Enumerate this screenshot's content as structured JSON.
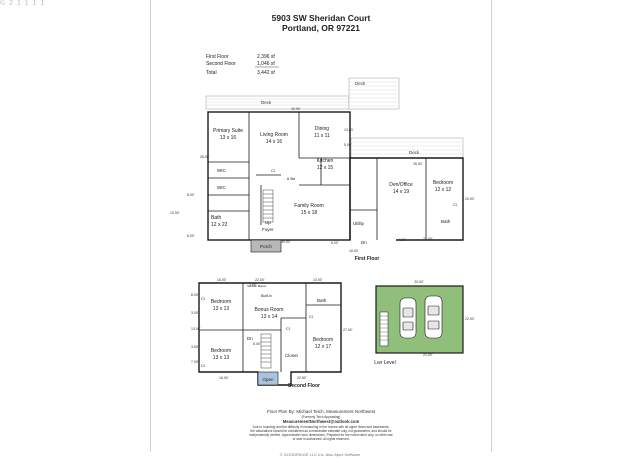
{
  "watermark": "© 2 1 1 1 1",
  "header": {
    "address_line1": "5903 SW Sheridan Court",
    "address_line2": "Portland, OR 97221"
  },
  "area_table": {
    "rows": [
      {
        "label": "First Floor",
        "value": "2,396 sf"
      },
      {
        "label": "Second Floor",
        "value": "1,046 sf"
      },
      {
        "label": "Total",
        "value": "3,442 sf"
      }
    ]
  },
  "first_floor": {
    "title": "First Floor",
    "rooms": [
      {
        "name": "Primary Suite",
        "dims": "13 x 16"
      },
      {
        "name": "Living Room",
        "dims": "14 x 16"
      },
      {
        "name": "Dining",
        "dims": "11 x 11"
      },
      {
        "name": "Kitchen",
        "dims": "12 x 15"
      },
      {
        "name": "Family Room",
        "dims": "15 x 18"
      },
      {
        "name": "Den/Office",
        "dims": "14 x 19"
      },
      {
        "name": "Bedroom",
        "dims": "12 x 12"
      },
      {
        "name": "Bath",
        "dims": "12 x 22"
      }
    ],
    "labels": {
      "deck_top": "Deck",
      "deck_mid": "Deck",
      "deck_right": "Deck",
      "wic1": "WIC",
      "wic2": "WIC",
      "utility": "Utility",
      "foyer": "Foyer",
      "porch": "Porch",
      "bath_small": "Bath",
      "up": "Up",
      "dn": "Dn",
      "cl1": "Cl",
      "cl2": "Cl",
      "nook": "6 Be"
    },
    "dimensions": {
      "deck_width": "40.00'",
      "right_top": "26.00'",
      "left_a": "26.00'",
      "left_b": "8.00'",
      "left_c": "10.00'",
      "left_d": "6.00'",
      "bottom_a": "40.00'",
      "bottom_b": "16.00'",
      "bottom_c": "21.00'",
      "right_side": "20.00'",
      "dining_side": "13.00'",
      "small_a": "5.00'",
      "small_b": "6.00'",
      "small_c": "4.00'"
    }
  },
  "second_floor": {
    "title": "Second Floor",
    "rooms": [
      {
        "name": "Bedroom",
        "dims": "13 x 13"
      },
      {
        "name": "Bonus Room",
        "dims": "13 x 14"
      },
      {
        "name": "Bedroom",
        "dims": "13 x 13"
      },
      {
        "name": "Bedroom",
        "dims": "12 x 17"
      }
    ],
    "labels": {
      "bath": "Bath",
      "closet": "Closet",
      "open": "Open",
      "builtin": "Built-in",
      "dn": "Dn",
      "cl1": "Cl",
      "cl2": "Cl",
      "cl3": "Cl",
      "cl4": "Cl",
      "header_note": "Sunken Below"
    },
    "dimensions": {
      "top_left": "16.00'",
      "top_mid": "22.00'",
      "top_right": "13.00'",
      "left_a": "8.00'",
      "left_b": "13.00'",
      "left_c": "3.00'",
      "left_d": "3.50'",
      "left_e": "7.00'",
      "right_a": "27.00'",
      "bottom_a": "16.00'",
      "bottom_b": "22.50'",
      "mid_a": "8.00'",
      "mid_b": "3.00'"
    }
  },
  "lower_level": {
    "title": "Lwr Level",
    "dimensions": {
      "top": "20.00'",
      "right": "22.00'",
      "bottom": "21.00'"
    }
  },
  "footer": {
    "line1": "Floor Plan By: Michael Teich, Measurement Northwest",
    "line2": "(Formerly Teich Appraising)",
    "line3": "MeasurementNorthwest@outlook.com",
    "line4": "Due to rounding and the difficulty in measuring in the homes with all upper floors and basements,",
    "line5": "the calculations should be considered as a reasonable estimate only, not guaranteed, and should be",
    "line6": "independently verified. Approximate room dimensions. Prepared for the noted client only, no other use",
    "line7": "or user is authorized. All rights reserved.",
    "copyright": "© GOODRIDGE LLC Inc. Also Apex Software"
  },
  "colors": {
    "wall": "#1a1a1a",
    "porch_fill": "#b8b8b8",
    "open_fill": "#a9c4e0",
    "lower_fill": "#8fbf7a",
    "deck_line": "#9a9a9a"
  }
}
